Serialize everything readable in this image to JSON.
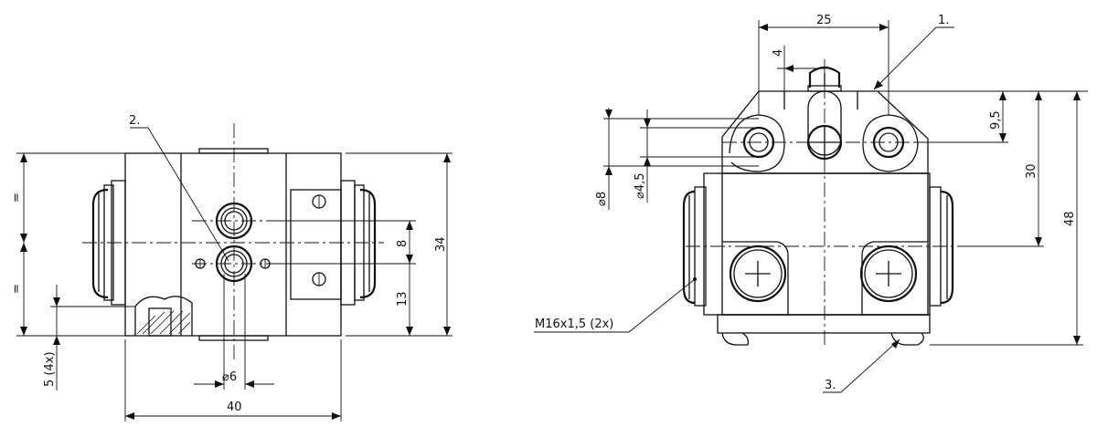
{
  "front_view": {
    "dimensions": {
      "width": "40",
      "height": "34",
      "hole_spacing": "8",
      "lower_offset": "13",
      "bore": "⌀6",
      "side_edge": "5 (4x)",
      "equal_upper": "=",
      "equal_lower": "="
    },
    "callout": "2."
  },
  "side_view": {
    "dimensions": {
      "top_width": "25",
      "plunger_offset": "4",
      "upper_offset": "9,5",
      "mid_height": "30",
      "total_height": "48",
      "hole_outer": "⌀8",
      "hole_inner": "⌀4,5"
    },
    "thread_label": "M16x1,5 (2x)",
    "callout_top": "1.",
    "callout_bottom": "3."
  }
}
